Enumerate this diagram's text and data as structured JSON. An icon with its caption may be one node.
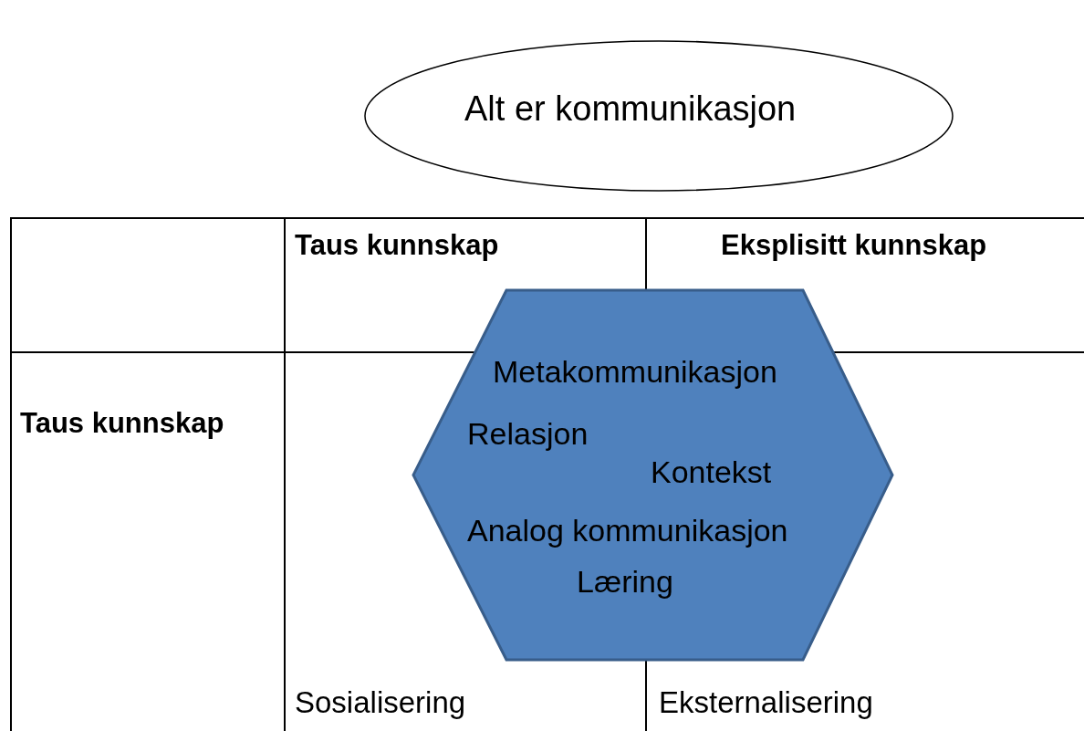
{
  "diagram": {
    "nodes": [
      {
        "text": [
          "Alt er kommunikasjon"
        ]
      },
      {
        "text": [
          "Metakommunikasjon",
          "Relasjon",
          "Kontekst",
          "Analog kommunikasjon",
          "Læring"
        ]
      }
    ],
    "edges": [],
    "labels": [
      "Taus kunnskap",
      "Eksplisitt kunnskap",
      "Taus kunnskap",
      "Sosialisering",
      "Eksternalisering"
    ]
  }
}
